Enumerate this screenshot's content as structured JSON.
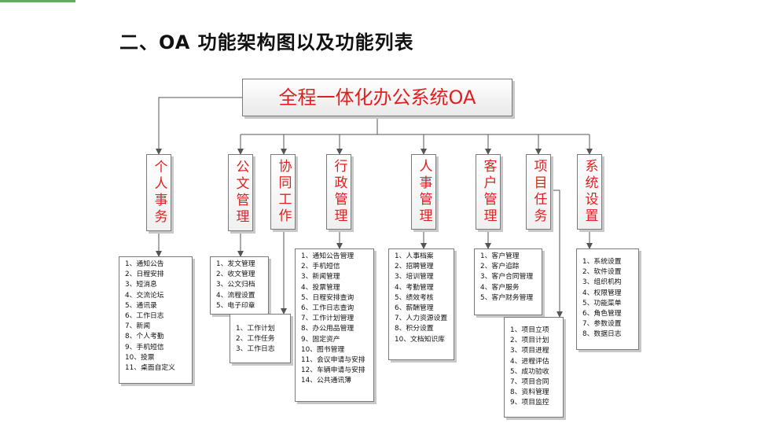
{
  "title": "二、OA 功能架构图以及功能列表",
  "root": "全程一体化办公系统OA",
  "categories": [
    {
      "label": "个人事务",
      "items": [
        "1、通知公告",
        "2、日程安排",
        "3、短消息",
        "4、交流论坛",
        "5、通讯录",
        "6、工作日志",
        "7、新闻",
        "8、个人考勤",
        "9、手机短信",
        "10、投票",
        "11、桌面自定义"
      ]
    },
    {
      "label": "公文管理",
      "items": [
        "1、发文管理",
        "2、收文管理",
        "3、公文归档",
        "4、流程设置",
        "5、电子印章"
      ]
    },
    {
      "label": "协同工作",
      "items": [
        "1、工作计划",
        "2、工作任务",
        "3、工作日志"
      ]
    },
    {
      "label": "行政管理",
      "items": [
        "1、通知公告管理",
        "2、手机短信",
        "3、新闻管理",
        "4、投票管理",
        "5、日程安排查询",
        "6、工作日志查询",
        "7、工作计划管理",
        "8、办公用品管理",
        "9、固定资产",
        "10、图书管理",
        "11、会议申请与安排",
        "12、车辆申请与安排",
        "14、公共通讯薄"
      ]
    },
    {
      "label": "人事管理",
      "items": [
        "1、人事档案",
        "2、招聘管理",
        "3、培训管理",
        "4、考勤管理",
        "5、绩效考核",
        "6、薪酬管理",
        "7、人力资源设置",
        "8、积分设置",
        "10、文档知识库"
      ]
    },
    {
      "label": "客户管理",
      "items": [
        "1、客户管理",
        "2、客户追踪",
        "3、客户合同管理",
        "4、客户服务",
        "5、客户财务管理"
      ]
    },
    {
      "label": "项目任务",
      "items": [
        "1、项目立项",
        "2、项目计划",
        "3、项目进程",
        "4、进程评估",
        "5、成功验收",
        "7、项目合同",
        "8、资料管理",
        "9、项目监控"
      ]
    },
    {
      "label": "系统设置",
      "items": [
        "1、系统设置",
        "2、软件设置",
        "3、组织机构",
        "4、权限管理",
        "5、功能菜单",
        "6、角色管理",
        "7、参数设置",
        "8、数据日志"
      ]
    }
  ]
}
